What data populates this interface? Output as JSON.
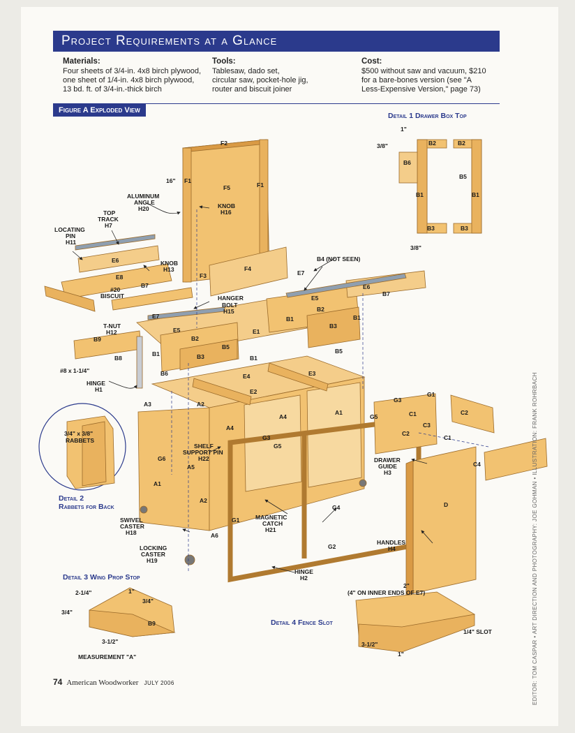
{
  "header": {
    "title": "Project Requirements at a Glance"
  },
  "requirements": [
    {
      "heading": "Materials:",
      "lines": [
        "Four sheets of 3/4-in. 4x8 birch plywood,",
        "one sheet of 1/4-in. 4x8 birch plywood,",
        "13 bd. ft. of 3/4-in.-thick birch"
      ]
    },
    {
      "heading": "Tools:",
      "lines": [
        "Tablesaw, dado set,",
        "circular saw, pocket-hole jig,",
        "router and biscuit joiner"
      ]
    },
    {
      "heading": "Cost:",
      "lines": [
        "$500 without saw and vacuum, $210",
        "for a bare-bones version (see \"A",
        "Less-Expensive Version,\" page 73)"
      ]
    }
  ],
  "figure_title": "Figure A  Exploded View",
  "details": {
    "d1": "Detail 1  Drawer Box Top",
    "d2a": "Detail 2",
    "d2b": "Rabbets for Back",
    "d3": "Detail 3  Wing Prop Stop",
    "d4": "Detail 4  Fence Slot"
  },
  "labels": {
    "F1": "F1",
    "F2": "F2",
    "F3": "F3",
    "F4": "F4",
    "F5": "F5",
    "dim16": "16\"",
    "alum1": "ALUMINUM",
    "alum2": "ANGLE",
    "alum3": "H20",
    "knob16a": "KNOB",
    "knob16b": "H16",
    "toptrack1": "TOP",
    "toptrack2": "TRACK",
    "toptrack3": "H7",
    "loc1": "LOCATING",
    "loc2": "PIN",
    "loc3": "H11",
    "knob13a": "KNOB",
    "knob13b": "H13",
    "E6": "E6",
    "E8": "E8",
    "B7": "B7",
    "bisc1": "#20",
    "bisc2": "BISCUIT",
    "tnut1": "T-NUT",
    "tnut2": "H12",
    "B9": "B9",
    "B8": "B8",
    "screw": "#8 x 1-1/4\"",
    "hinge1a": "HINGE",
    "hinge1b": "H1",
    "E7": "E7",
    "E5": "E5",
    "B2": "B2",
    "B3": "B3",
    "B1": "B1",
    "B5": "B5",
    "B6": "B6",
    "hanger1": "HANGER",
    "hanger2": "BOLT",
    "hanger3": "H15",
    "E1": "E1",
    "B4": "B4 (NOT SEEN)",
    "E4": "E4",
    "E3": "E3",
    "E2": "E2",
    "A1": "A1",
    "A2": "A2",
    "A3": "A3",
    "A4": "A4",
    "A5": "A5",
    "A6": "A6",
    "G1": "G1",
    "G2": "G2",
    "G3": "G3",
    "G4": "G4",
    "G5": "G5",
    "G6": "G6",
    "shelf1": "SHELF",
    "shelf2": "SUPPORT PIN",
    "shelf3": "H22",
    "caster1": "SWIVEL",
    "caster2": "CASTER",
    "caster3": "H18",
    "lock1": "LOCKING",
    "lock2": "CASTER",
    "lock3": "H19",
    "mag1": "MAGNETIC",
    "mag2": "CATCH",
    "mag3": "H21",
    "hinge2a": "HINGE",
    "hinge2b": "H2",
    "C1": "C1",
    "C2": "C2",
    "C3": "C3",
    "C4": "C4",
    "D": "D",
    "guide1": "DRAWER",
    "guide2": "GUIDE",
    "guide3": "H3",
    "handles1": "HANDLES",
    "handles2": "H4",
    "rab1": "3/4\" x 3/8\"",
    "rab2": "RABBETS",
    "d1_1in": "1\"",
    "d1_38a": "3/8\"",
    "d1_38b": "3/8\"",
    "d3_214": "2-1/4\"",
    "d3_1": "1\"",
    "d3_34a": "3/4\"",
    "d3_34b": "3/4\"",
    "d3_312": "3-1/2\"",
    "d3_meas": "MEASUREMENT \"A\"",
    "d4_2": "2\"",
    "d4_note": "(4\" ON INNER ENDS OF E7)",
    "d4_312": "3-1/2\"",
    "d4_1": "1\"",
    "d4_slot": "1/4\" SLOT"
  },
  "footer": {
    "page": "74",
    "magazine": "American Woodworker",
    "date": "JULY 2006"
  },
  "credit": "EDITOR: TOM CASPAR • ART DIRECTION AND PHOTOGRAPHY: JOE GOHMAN • ILLUSTRATION: FRANK ROHRBACH",
  "colors": {
    "banner": "#2b3a8c",
    "wood": "#f2c271",
    "wood_dark": "#d99a45",
    "aluminum": "#8f9fb0"
  }
}
